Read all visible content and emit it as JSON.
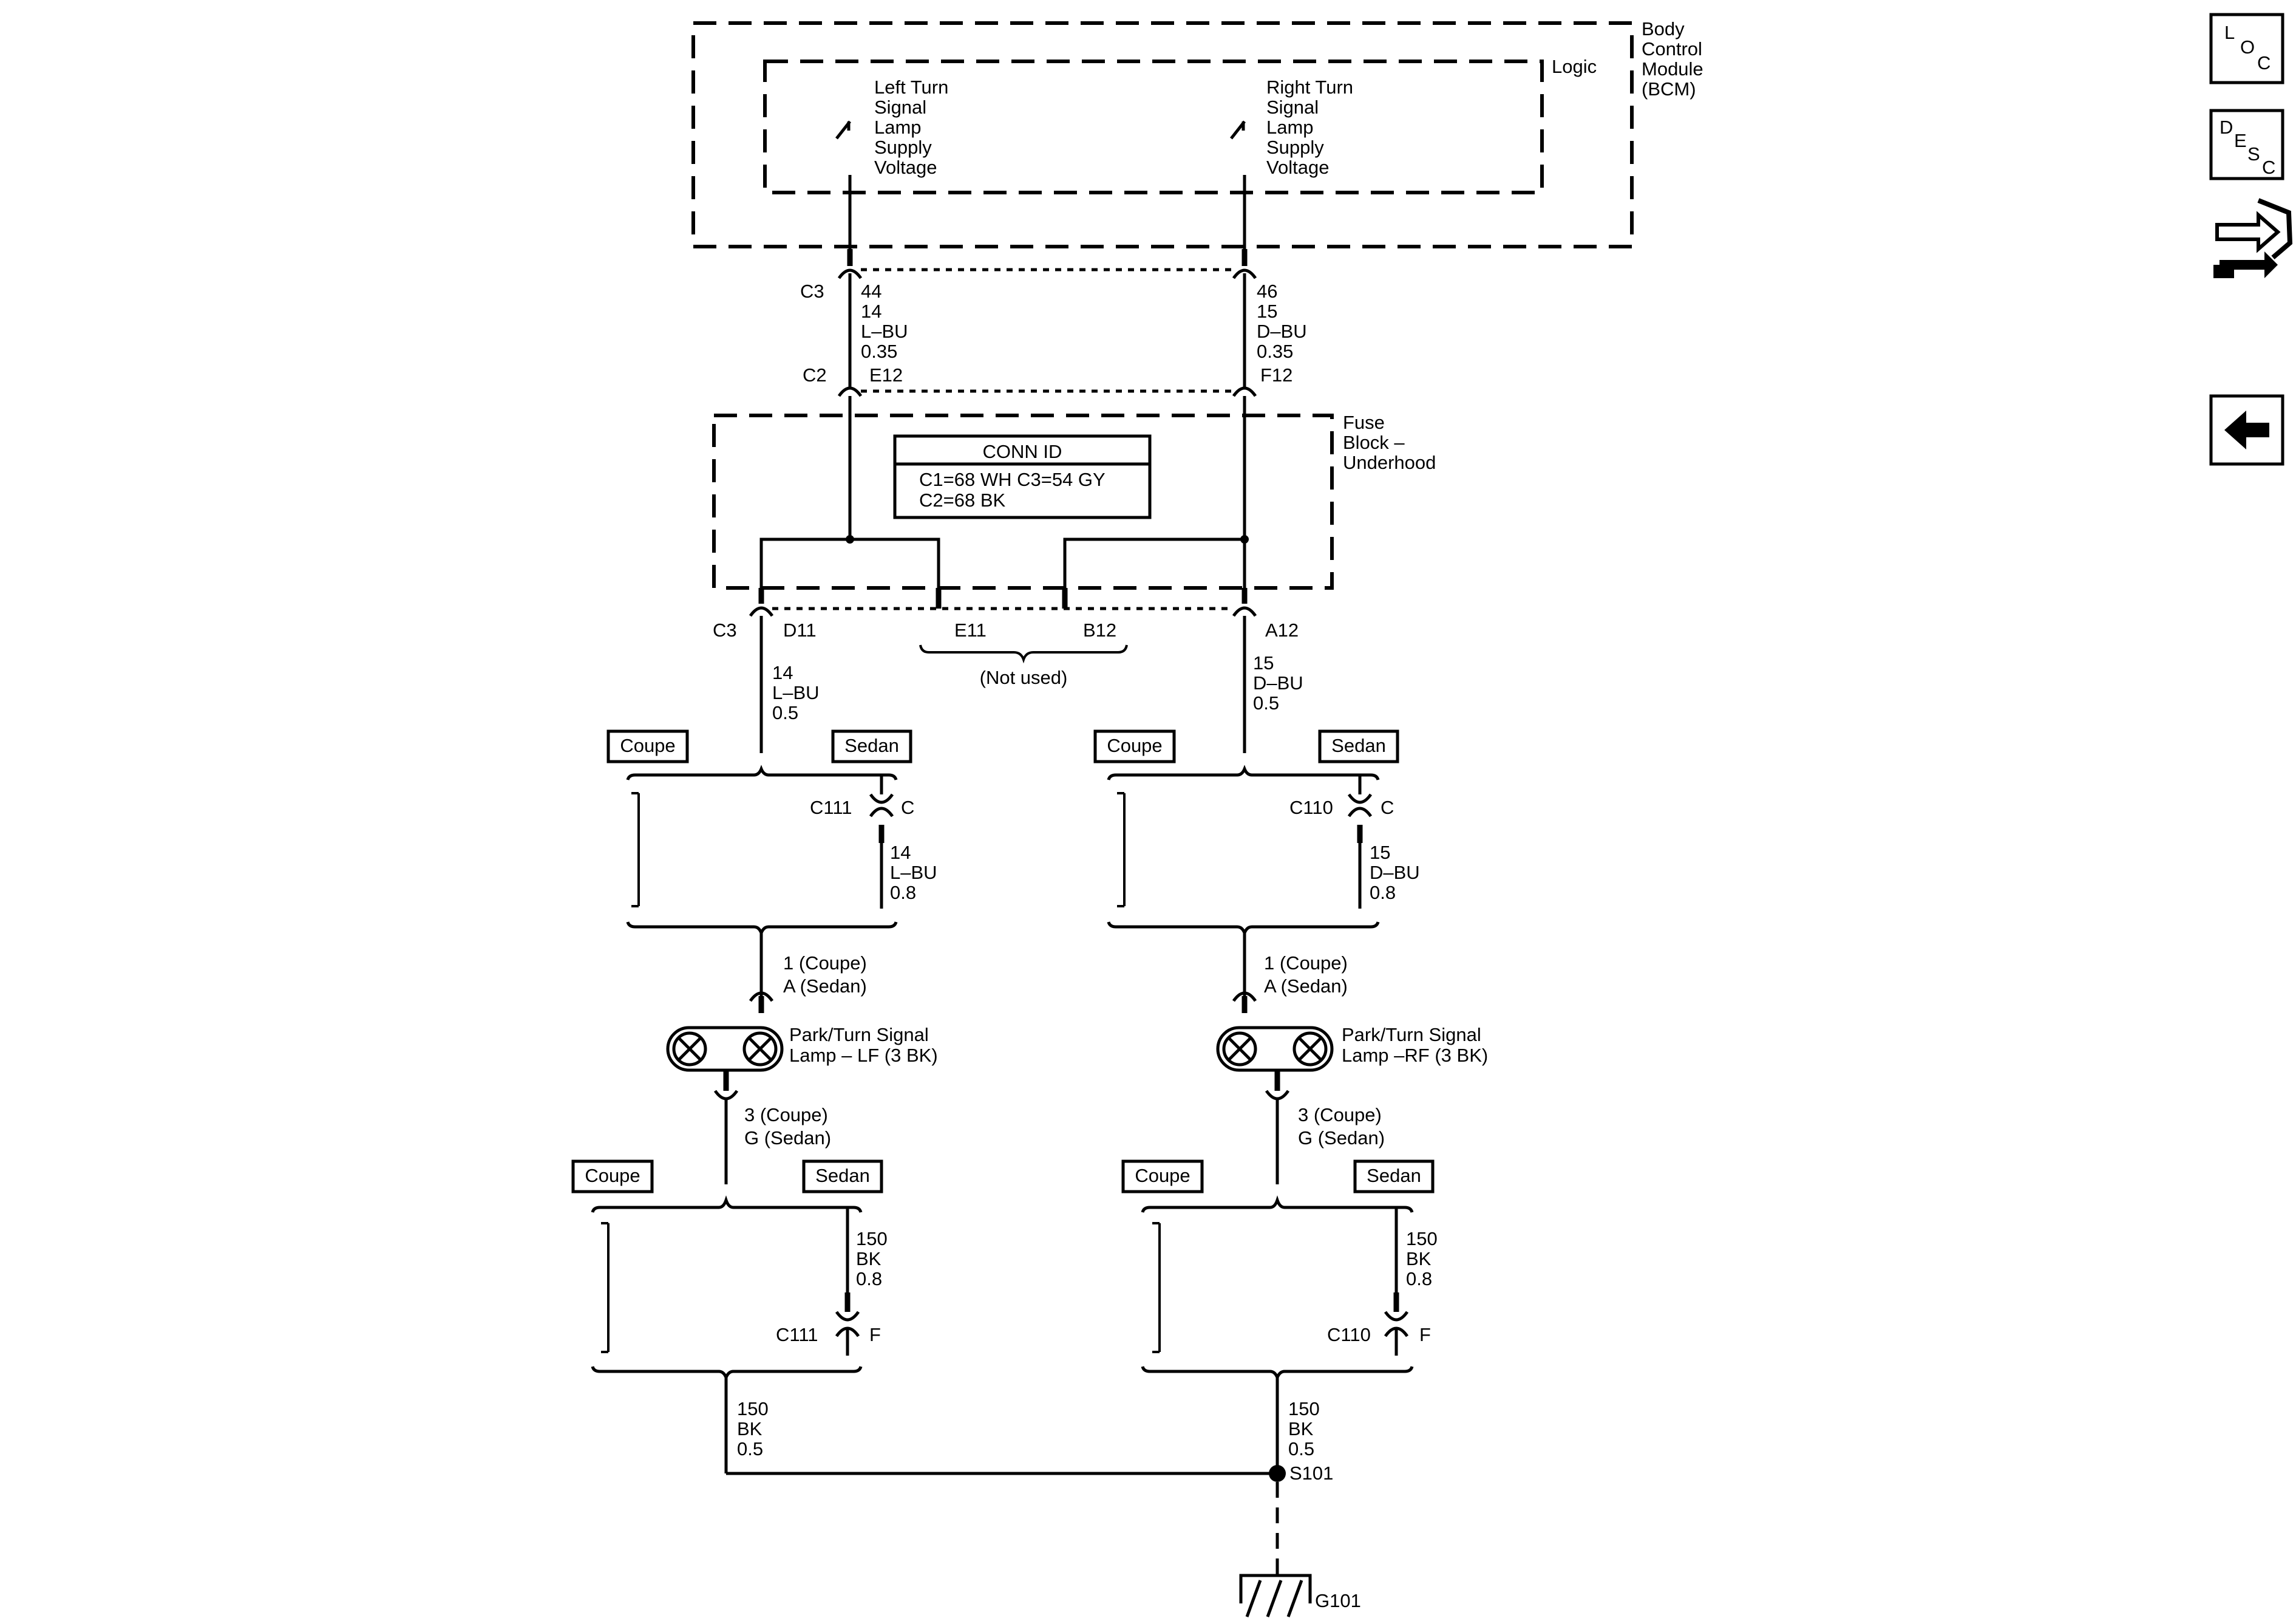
{
  "bcm": {
    "label": [
      "Body",
      "Control",
      "Module",
      "(BCM)"
    ],
    "logic": "Logic",
    "left_supply": [
      "Left Turn",
      "Signal",
      "Lamp",
      "Supply",
      "Voltage"
    ],
    "right_supply": [
      "Right Turn",
      "Signal",
      "Lamp",
      "Supply",
      "Voltage"
    ]
  },
  "upper_connectors": {
    "c3": "C3",
    "c2": "C2",
    "left_wire": [
      "44",
      "14",
      "L–BU",
      "0.35"
    ],
    "right_wire": [
      "46",
      "15",
      "D–BU",
      "0.35"
    ],
    "left_c2_pin": "E12",
    "right_c2_pin": "F12"
  },
  "fuse_block": {
    "label": [
      "Fuse",
      "Block –",
      "Underhood"
    ],
    "conn_id": {
      "title": "CONN ID",
      "line1": "C1=68 WH  C3=54 GY",
      "line2": "C2=68 BK"
    }
  },
  "lower_connectors": {
    "c3": "C3",
    "pins": {
      "d11": "D11",
      "e11": "E11",
      "b12": "B12",
      "a12": "A12"
    },
    "not_used": "(Not used)",
    "left_wire": [
      "14",
      "L–BU",
      "0.5"
    ],
    "right_wire": [
      "15",
      "D–BU",
      "0.5"
    ]
  },
  "variants": {
    "coupe": "Coupe",
    "sedan": "Sedan"
  },
  "left_branch": {
    "inline_connector": "C111",
    "inline_pin": "C",
    "inline_wire": [
      "14",
      "L–BU",
      "0.8"
    ],
    "lamp_input_pin": [
      "1 (Coupe)",
      "A (Sedan)"
    ],
    "lamp": [
      "Park/Turn Signal",
      "Lamp – LF (3 BK)"
    ],
    "lamp_output_pin": [
      "3 (Coupe)",
      "G (Sedan)"
    ],
    "ground_wire_sedan": [
      "150",
      "BK",
      "0.8"
    ],
    "ground_connector": "C111",
    "ground_pin": "F",
    "ground_wire": [
      "150",
      "BK",
      "0.5"
    ]
  },
  "right_branch": {
    "inline_connector": "C110",
    "inline_pin": "C",
    "inline_wire": [
      "15",
      "D–BU",
      "0.8"
    ],
    "lamp_input_pin": [
      "1 (Coupe)",
      "A (Sedan)"
    ],
    "lamp": [
      "Park/Turn Signal",
      "Lamp –RF (3 BK)"
    ],
    "lamp_output_pin": [
      "3 (Coupe)",
      "G (Sedan)"
    ],
    "ground_wire_sedan": [
      "150",
      "BK",
      "0.8"
    ],
    "ground_connector": "C110",
    "ground_pin": "F",
    "ground_wire": [
      "150",
      "BK",
      "0.5"
    ]
  },
  "splice": "S101",
  "ground": "G101",
  "nav": {
    "loc": [
      "L",
      "O",
      "C"
    ],
    "desc": [
      "D",
      "E",
      "S",
      "C"
    ],
    "tools_icon": "connector-tools-icon",
    "back_icon": "back-arrow-icon"
  }
}
